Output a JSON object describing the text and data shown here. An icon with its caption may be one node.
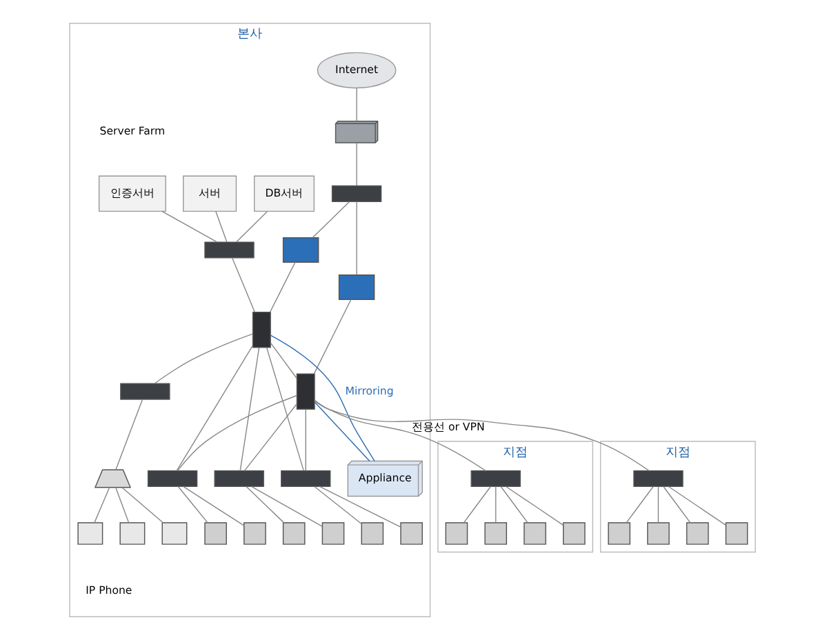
{
  "diagram": {
    "nodes": [
      {
        "text": [
          "본사"
        ]
      },
      {
        "text": [
          "Internet"
        ],
        "in": 0
      },
      {
        "text": [],
        "shape": "box",
        "in": 0
      },
      {
        "text": [],
        "shape": "box",
        "in": 0
      },
      {
        "text": [],
        "shape": "box",
        "in": 0
      },
      {
        "text": [],
        "shape": "box",
        "in": 0
      },
      {
        "text": [],
        "shape": "box",
        "in": 0
      },
      {
        "text": [],
        "shape": "box",
        "in": 0
      },
      {
        "text": [
          "인증서버"
        ],
        "in": 0
      },
      {
        "text": [
          "DB서버"
        ],
        "in": 0
      },
      {
        "text": [
          "서버"
        ],
        "in": 0
      },
      {
        "text": [],
        "shape": "box",
        "in": 0
      },
      {
        "text": [],
        "shape": "box",
        "in": 0
      },
      {
        "text": [],
        "shape": "box",
        "in": 0
      },
      {
        "text": [],
        "shape": "box",
        "in": 0
      },
      {
        "text": [],
        "shape": "box",
        "in": 0
      },
      {
        "text": [],
        "shape": "box",
        "in": 0
      },
      {
        "text": [
          "Appliance"
        ],
        "in": 0
      },
      {
        "text": [],
        "shape": "box",
        "in": 0
      },
      {
        "text": [],
        "shape": "box",
        "in": 0
      },
      {
        "text": [],
        "shape": "box",
        "in": 0
      },
      {
        "text": [],
        "shape": "box",
        "in": 0
      },
      {
        "text": [],
        "shape": "box",
        "in": 0
      },
      {
        "text": [],
        "shape": "box",
        "in": 0
      },
      {
        "text": [],
        "shape": "box",
        "in": 0
      },
      {
        "text": [],
        "shape": "box",
        "in": 0
      },
      {
        "text": [],
        "shape": "box",
        "in": 0
      },
      {
        "text": [
          "지점"
        ]
      },
      {
        "text": [],
        "shape": "box",
        "in": 27
      },
      {
        "text": [],
        "shape": "box",
        "in": 27
      },
      {
        "text": [],
        "shape": "box",
        "in": 27
      },
      {
        "text": [],
        "shape": "box",
        "in": 27
      },
      {
        "text": [],
        "shape": "box",
        "in": 27
      },
      {
        "text": [
          "지점"
        ]
      },
      {
        "text": [],
        "shape": "box",
        "in": 33
      },
      {
        "text": [],
        "shape": "box",
        "in": 33
      },
      {
        "text": [],
        "shape": "box",
        "in": 33
      },
      {
        "text": [],
        "shape": "box",
        "in": 33
      },
      {
        "text": [],
        "shape": "box",
        "in": 33
      }
    ],
    "edges": [
      {
        "from": 1,
        "to": 2,
        "arrow": "none"
      },
      {
        "from": 2,
        "to": 3,
        "arrow": "none"
      },
      {
        "from": 3,
        "to": 4,
        "arrow": "none"
      },
      {
        "from": 3,
        "to": 5,
        "arrow": "none"
      },
      {
        "from": 4,
        "to": 6,
        "arrow": "none"
      },
      {
        "from": 5,
        "to": 7,
        "arrow": "none"
      },
      {
        "from": 6,
        "to": 7,
        "arrow": "none"
      },
      {
        "from": 8,
        "to": 11,
        "arrow": "none"
      },
      {
        "from": 9,
        "to": 11,
        "arrow": "none"
      },
      {
        "from": 10,
        "to": 11,
        "arrow": "none"
      },
      {
        "from": 11,
        "to": 6,
        "arrow": "none"
      },
      {
        "from": 6,
        "to": 12,
        "arrow": "none"
      },
      {
        "from": 12,
        "to": 13,
        "arrow": "none"
      },
      {
        "from": 13,
        "to": 14,
        "arrow": "none"
      },
      {
        "from": 13,
        "to": 15,
        "arrow": "none"
      },
      {
        "from": 13,
        "to": 16,
        "arrow": "none"
      },
      {
        "from": 6,
        "to": 17,
        "arrow": "none",
        "label": "Mirroring",
        "color": "#2e6db4"
      },
      {
        "from": 7,
        "to": 17,
        "arrow": "none",
        "color": "#2e6db4"
      },
      {
        "from": 6,
        "to": 18,
        "arrow": "none"
      },
      {
        "from": 6,
        "to": 19,
        "arrow": "none"
      },
      {
        "from": 6,
        "to": 20,
        "arrow": "none"
      },
      {
        "from": 7,
        "to": 18,
        "arrow": "none"
      },
      {
        "from": 7,
        "to": 19,
        "arrow": "none"
      },
      {
        "from": 7,
        "to": 20,
        "arrow": "none"
      },
      {
        "from": 18,
        "to": 21,
        "arrow": "none"
      },
      {
        "from": 18,
        "to": 22,
        "arrow": "none"
      },
      {
        "from": 19,
        "to": 23,
        "arrow": "none"
      },
      {
        "from": 19,
        "to": 24,
        "arrow": "none"
      },
      {
        "from": 20,
        "to": 25,
        "arrow": "none"
      },
      {
        "from": 20,
        "to": 26,
        "arrow": "none"
      },
      {
        "from": 7,
        "to": 28,
        "arrow": "none",
        "label": "전용선 or VPN"
      },
      {
        "from": 7,
        "to": 34,
        "arrow": "none"
      },
      {
        "from": 28,
        "to": 29,
        "arrow": "none"
      },
      {
        "from": 28,
        "to": 30,
        "arrow": "none"
      },
      {
        "from": 28,
        "to": 31,
        "arrow": "none"
      },
      {
        "from": 28,
        "to": 32,
        "arrow": "none"
      },
      {
        "from": 34,
        "to": 35,
        "arrow": "none"
      },
      {
        "from": 34,
        "to": 36,
        "arrow": "none"
      },
      {
        "from": 34,
        "to": 37,
        "arrow": "none"
      },
      {
        "from": 34,
        "to": 38,
        "arrow": "none"
      }
    ],
    "labels": [
      "Server Farm",
      "IP Phone"
    ]
  }
}
